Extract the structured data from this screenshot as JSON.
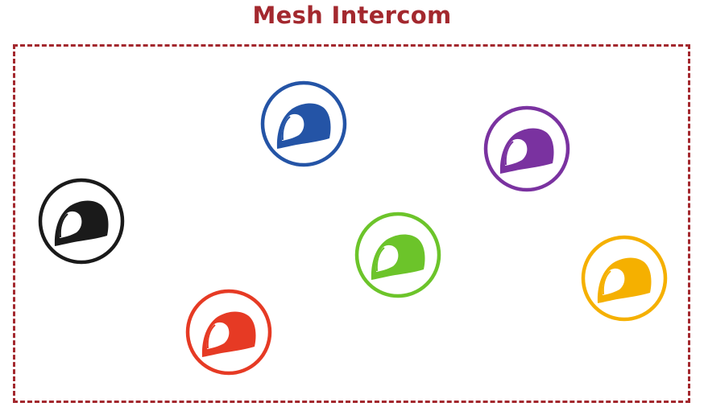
{
  "title": "Mesh Intercom",
  "colors": {
    "title": "#a3282e",
    "boundary": "#a3282e",
    "background": "#ffffff"
  },
  "riders": [
    {
      "name": "blue-rider",
      "color": "#2454a6",
      "icon": "motorcycle-helmet-icon"
    },
    {
      "name": "purple-rider",
      "color": "#7a32a0",
      "icon": "motorcycle-helmet-icon"
    },
    {
      "name": "black-rider",
      "color": "#1a1a1a",
      "icon": "motorcycle-helmet-icon"
    },
    {
      "name": "green-rider",
      "color": "#6cc42a",
      "icon": "motorcycle-helmet-icon"
    },
    {
      "name": "orange-rider",
      "color": "#f5b000",
      "icon": "motorcycle-helmet-icon"
    },
    {
      "name": "red-rider",
      "color": "#e63a24",
      "icon": "motorcycle-helmet-icon"
    }
  ]
}
